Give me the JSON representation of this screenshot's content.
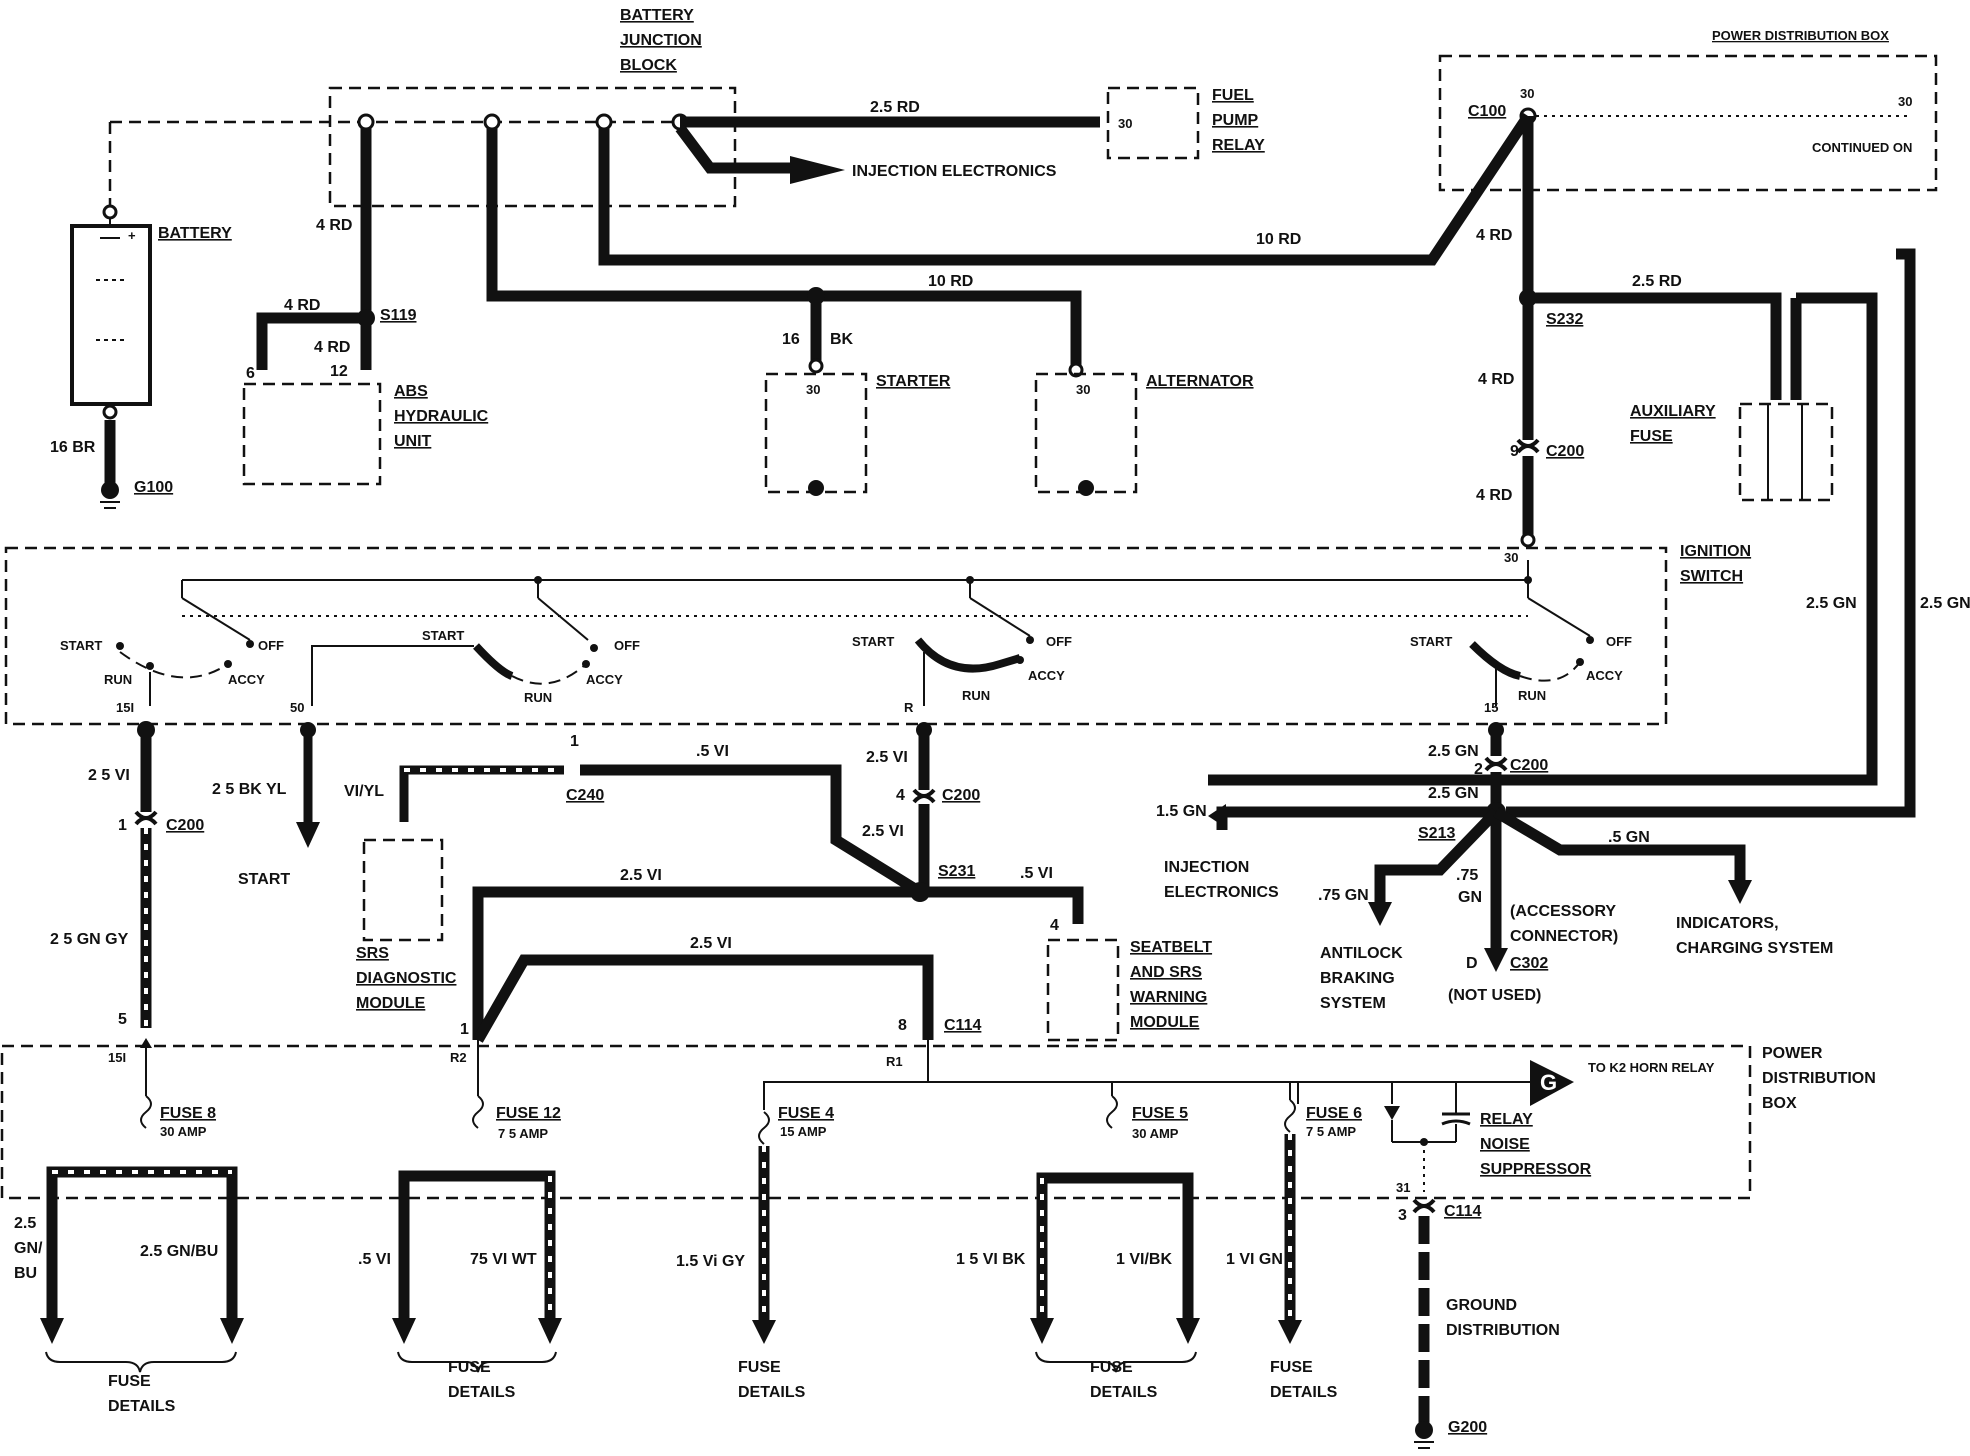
{
  "battery_junction_block": "BATTERY JUNCTION BLOCK",
  "battery": "BATTERY",
  "fuel_pump_relay": "FUEL PUMP RELAY",
  "injection_electronics_top": "INJECTION ELECTRONICS",
  "power_distribution_box_top": "POWER DISTRIBUTION BOX",
  "power_distribution_box_bottom": "POWER DISTRIBUTION BOX",
  "continued_on": "CONTINUED ON",
  "c100": "C100",
  "pin_30": "30",
  "wire_2_5_rd": "2.5 RD",
  "wire_10_rd": "10 RD",
  "wire_4_rd": "4 RD",
  "wire_16_br": "16 BR",
  "wire_16_bk": "16",
  "wire_bk": "BK",
  "s119": "S119",
  "s232": "S232",
  "s231": "S231",
  "s213": "S213",
  "g100": "G100",
  "g200": "G200",
  "c200": "C200",
  "c240": "C240",
  "c114": "C114",
  "c302": "C302",
  "abs_hydraulic_unit": "ABS HYDRAULIC UNIT",
  "starter": "STARTER",
  "alternator": "ALTERNATOR",
  "auxiliary_fuse": "AUXILIARY FUSE",
  "ignition_switch": "IGNITION SWITCH",
  "sw_start": "START",
  "sw_off": "OFF",
  "sw_run": "RUN",
  "sw_accy": "ACCY",
  "wire_2_5_gn": "2.5 GN",
  "wire_2_5_vi": "2.5 VI",
  "wire_2_5_vi_left": "2 5 VI",
  "wire_2_5_bk_yl": "2 5 BK YL",
  "start_label": "START",
  "wire_vi_yl": "VI/YL",
  "wire_05_vi": ".5 VI",
  "wire_2_5_gn_gy": "2 5 GN GY",
  "srs_diagnostic_module": "SRS DIAGNOSTIC MODULE",
  "seatbelt_module": "SEATBELT AND SRS WARNING MODULE",
  "wire_1_5_gn": "1.5 GN",
  "injection_electronics_mid": "INJECTION ELECTRONICS",
  "wire_075_gn": ".75 GN",
  "antilock_braking_system": "ANTILOCK BRAKING SYSTEM",
  "wire_075": ".75",
  "wire_gn": "GN",
  "accessory_connector": "(ACCESSORY CONNECTOR)",
  "not_used": "(NOT USED)",
  "indicators_charging": "INDICATORS, CHARGING SYSTEM",
  "to_k2_horn_relay": "TO K2 HORN RELAY",
  "g_marker": "G",
  "relay_noise_suppressor": "RELAY NOISE SUPPRESSOR",
  "fuse_8": "FUSE 8",
  "fuse_8_amp": "30 AMP",
  "fuse_12": "FUSE 12",
  "fuse_12_amp": "7 5 AMP",
  "fuse_4": "FUSE 4",
  "fuse_4_amp": "15 AMP",
  "fuse_5": "FUSE 5",
  "fuse_5_amp": "30 AMP",
  "fuse_6": "FUSE 6",
  "fuse_6_amp": "7 5 AMP",
  "out_2_5_gn_bu_left": "2.5 GN/ BU",
  "out_2_5_gn_bu": "2.5 GN/BU",
  "out_05_vi": ".5 VI",
  "out_75_vi_wt": "75 VI WT",
  "out_1_5_vi_gy": "1.5 Vi GY",
  "out_1_5_vi_bk": "1 5 VI BK",
  "out_1_vi_bk": "1 VI/BK",
  "out_1_vi_gn": "1 VI GN",
  "fuse_details": "FUSE DETAILS",
  "ground_distribution": "GROUND DISTRIBUTION",
  "pin_15i": "15I",
  "pin_50": "50",
  "pin_r": "R",
  "pin_15": "15",
  "pin_r2": "R2",
  "pin_r1": "R1",
  "pin_31": "31",
  "pin_d": "D",
  "n1": "1",
  "n2": "2",
  "n3": "3",
  "n4": "4",
  "n5": "5",
  "n6": "6",
  "n8": "8",
  "n9": "9",
  "n12": "12"
}
